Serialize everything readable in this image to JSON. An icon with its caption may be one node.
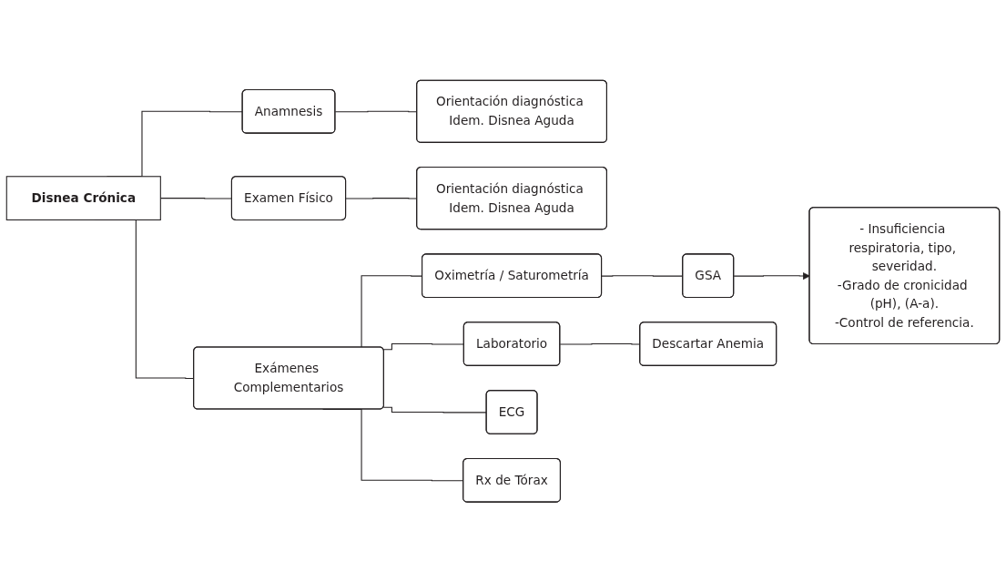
{
  "diagram": {
    "nodes": [
      {
        "text": [
          "Disnea Crónica"
        ]
      },
      {
        "text": [
          "Anamnesis"
        ]
      },
      {
        "text": [
          "Orientación diagnóstica Idem. Disnea Aguda"
        ]
      },
      {
        "text": [
          "Examen Físico"
        ]
      },
      {
        "text": [
          "Orientación diagnóstica Idem. Disnea Aguda"
        ]
      },
      {
        "text": [
          "Exámenes Complementarios"
        ]
      },
      {
        "text": [
          "Oximetría / Saturometría"
        ]
      },
      {
        "text": [
          "GSA"
        ]
      },
      {
        "text": [
          "Laboratorio"
        ]
      },
      {
        "text": [
          "Descartar Anemia"
        ]
      },
      {
        "text": [
          "ECG"
        ]
      },
      {
        "text": [
          "Rx de Tórax"
        ]
      },
      {
        "text": [
          "- Insuficiencia respiratoria, tipo, severidad.",
          "-Grado de cronicidad (pH), (A-a).",
          "-Control de referencia."
        ]
      }
    ],
    "edges": [
      {
        "from": 0,
        "to": 1,
        "arrow": "none"
      },
      {
        "from": 0,
        "to": 3,
        "arrow": "none"
      },
      {
        "from": 0,
        "to": 5,
        "arrow": "none"
      },
      {
        "from": 1,
        "to": 2,
        "arrow": "none"
      },
      {
        "from": 3,
        "to": 4,
        "arrow": "none"
      },
      {
        "from": 5,
        "to": 6,
        "arrow": "none"
      },
      {
        "from": 5,
        "to": 8,
        "arrow": "none"
      },
      {
        "from": 5,
        "to": 10,
        "arrow": "none"
      },
      {
        "from": 5,
        "to": 11,
        "arrow": "none"
      },
      {
        "from": 6,
        "to": 7,
        "arrow": "none"
      },
      {
        "from": 8,
        "to": 9,
        "arrow": "none"
      },
      {
        "from": 7,
        "to": 12,
        "arrow": "to"
      }
    ]
  }
}
